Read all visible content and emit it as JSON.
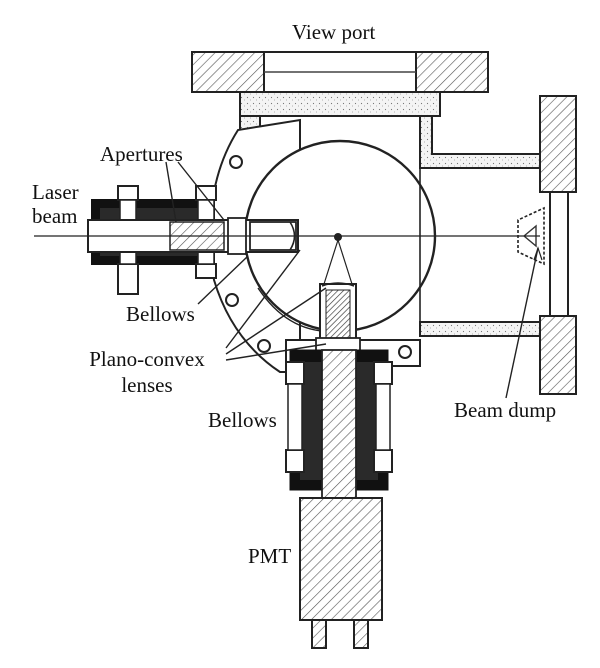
{
  "labels": {
    "view_port": "View port",
    "apertures": "Apertures",
    "laser_beam_1": "Laser",
    "laser_beam_2": "beam",
    "bellows_left": "Bellows",
    "plano_convex_1": "Plano-convex",
    "plano_convex_2": "lenses",
    "bellows_bottom": "Bellows",
    "beam_dump": "Beam dump",
    "pmt": "PMT"
  }
}
